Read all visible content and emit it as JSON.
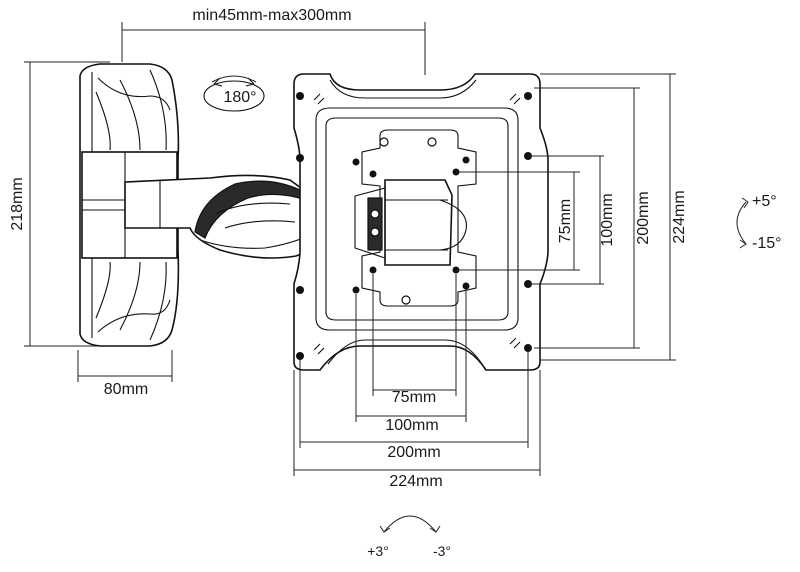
{
  "labels": {
    "extension": "min45mm-max300mm",
    "swivel": "180°",
    "height_wall": "218mm",
    "width_wall": "80mm",
    "vesa_h_75": "75mm",
    "vesa_h_100": "100mm",
    "vesa_h_200": "200mm",
    "plate_height": "224mm",
    "vesa_w_75": "75mm",
    "vesa_w_100": "100mm",
    "vesa_w_200": "200mm",
    "plate_width": "224mm",
    "tilt_up": "+5°",
    "tilt_down": "-15°",
    "level_plus": "+3°",
    "level_minus": "-3°"
  }
}
